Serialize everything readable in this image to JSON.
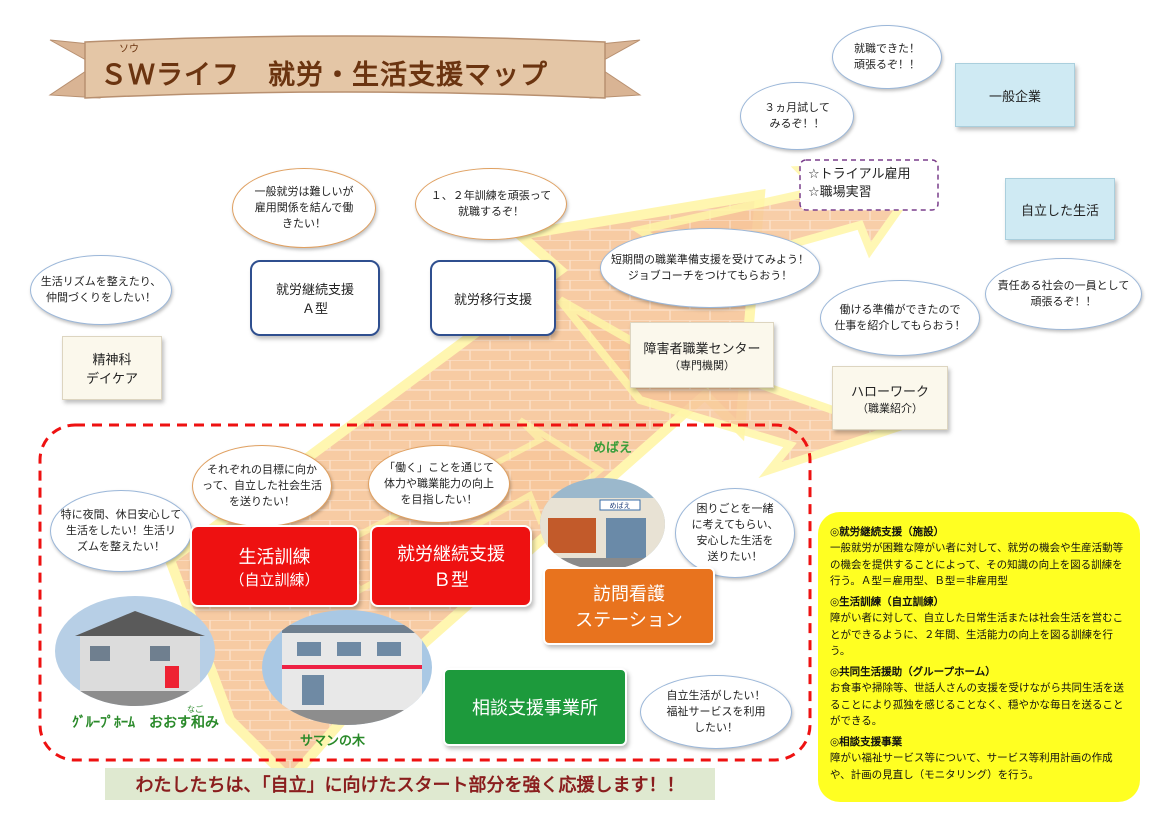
{
  "title": {
    "main": "ＳＷライフ　就労・生活支援マップ",
    "ruby": "ソウ"
  },
  "bubbles": {
    "shushoku": "就職できた！\n頑張るぞ！！",
    "trial": "３ヵ月試して\nみるぞ！！",
    "ippan_a": "一般就労は難しいが\n雇用関係を結んで働\nきたい！",
    "ikou": "１、２年訓練を頑張って\n就職するぞ！",
    "seikatsu_rhythm": "生活リズムを整えたり、\n仲間づくりをしたい！",
    "center": "短期間の職業準備支援を受けてみよう！\nジョブコーチをつけてもらおう！",
    "hello": "働ける準備ができたので\n仕事を紹介してもらおう！",
    "jiritsu": "責任ある社会の一員として\n頑張るぞ！！",
    "mokuhyo": "それぞれの目標に向か\nって、自立した社会生活\nを送りたい！",
    "hataraku": "「働く」ことを通じて\n体力や職業能力の向上\nを目指したい！",
    "komari": "困りごとを一緒\nに考えてもらい、\n安心した生活を\n送りたい！",
    "yakan": "特に夜間、休日安心して\n生活をしたい！生活リ\nズムを整えたい！",
    "soudan": "自立生活がしたい！\n福祉サービスを利用\nしたい！"
  },
  "boxes": {
    "ippan_kigyo": "一般企業",
    "trial_line1": "☆トライアル雇用",
    "trial_line2": "☆職場実習",
    "jiritsu_seikatsu": "自立した生活",
    "shuro_a_line1": "就労継続支援",
    "shuro_a_line2": "Ａ型",
    "ikou_shien": "就労移行支援",
    "seishinka_line1": "精神科",
    "seishinka_line2": "デイケア",
    "center_line1": "障害者職業センター",
    "center_line2": "（専門機関）",
    "hello_line1": "ハローワーク",
    "hello_line2": "（職業紹介）",
    "kunren_line1": "生活訓練",
    "kunren_line2": "（自立訓練）",
    "shuro_b_line1": "就労継続支援",
    "shuro_b_line2": "Ｂ型",
    "houmon_line1": "訪問看護",
    "houmon_line2": "ステーション",
    "soudan_jigyo": "相談支援事業所"
  },
  "photos": {
    "mebae_label": "めばえ",
    "sign_text": "めばえ",
    "group_home_label": "ｸﾞﾙｰﾌﾟﾎｰﾑ　おおす和み",
    "nagomi_ruby": "なご",
    "saman_label": "サマンの木"
  },
  "legend": {
    "items": [
      {
        "heading": "◎就労継続支援（施設）",
        "body": "一般就労が困難な障がい者に対して、就労の機会や生産活動等の機会を提供することによって、その知識の向上を図る訓練を行う。Ａ型＝雇用型、Ｂ型＝非雇用型"
      },
      {
        "heading": "◎生活訓練（自立訓練）",
        "body": "障がい者に対して、自立した日常生活または社会生活を営むことができるように、２年間、生活能力の向上を図る訓練を行う。"
      },
      {
        "heading": "◎共同生活援助（グループホーム）",
        "body": "お食事や掃除等、世話人さんの支援を受けながら共同生活を送ることにより孤独を感じることなく、穏やかな毎日を送ることができる。"
      },
      {
        "heading": "◎相談支援事業",
        "body": "障がい福祉サービス等について、サービス等利用計画の作成や、計画の見直し（モニタリング）を行う。"
      }
    ]
  },
  "slogan": "わたしたちは、「自立」に向けたスタート部分を強く応援します！！",
  "colors": {
    "red": "#ee1111",
    "orange": "#e8731e",
    "green": "#1d9a3c",
    "yellow": "#ffff22",
    "arrow": "#f7c08a",
    "dash": "#e11"
  }
}
